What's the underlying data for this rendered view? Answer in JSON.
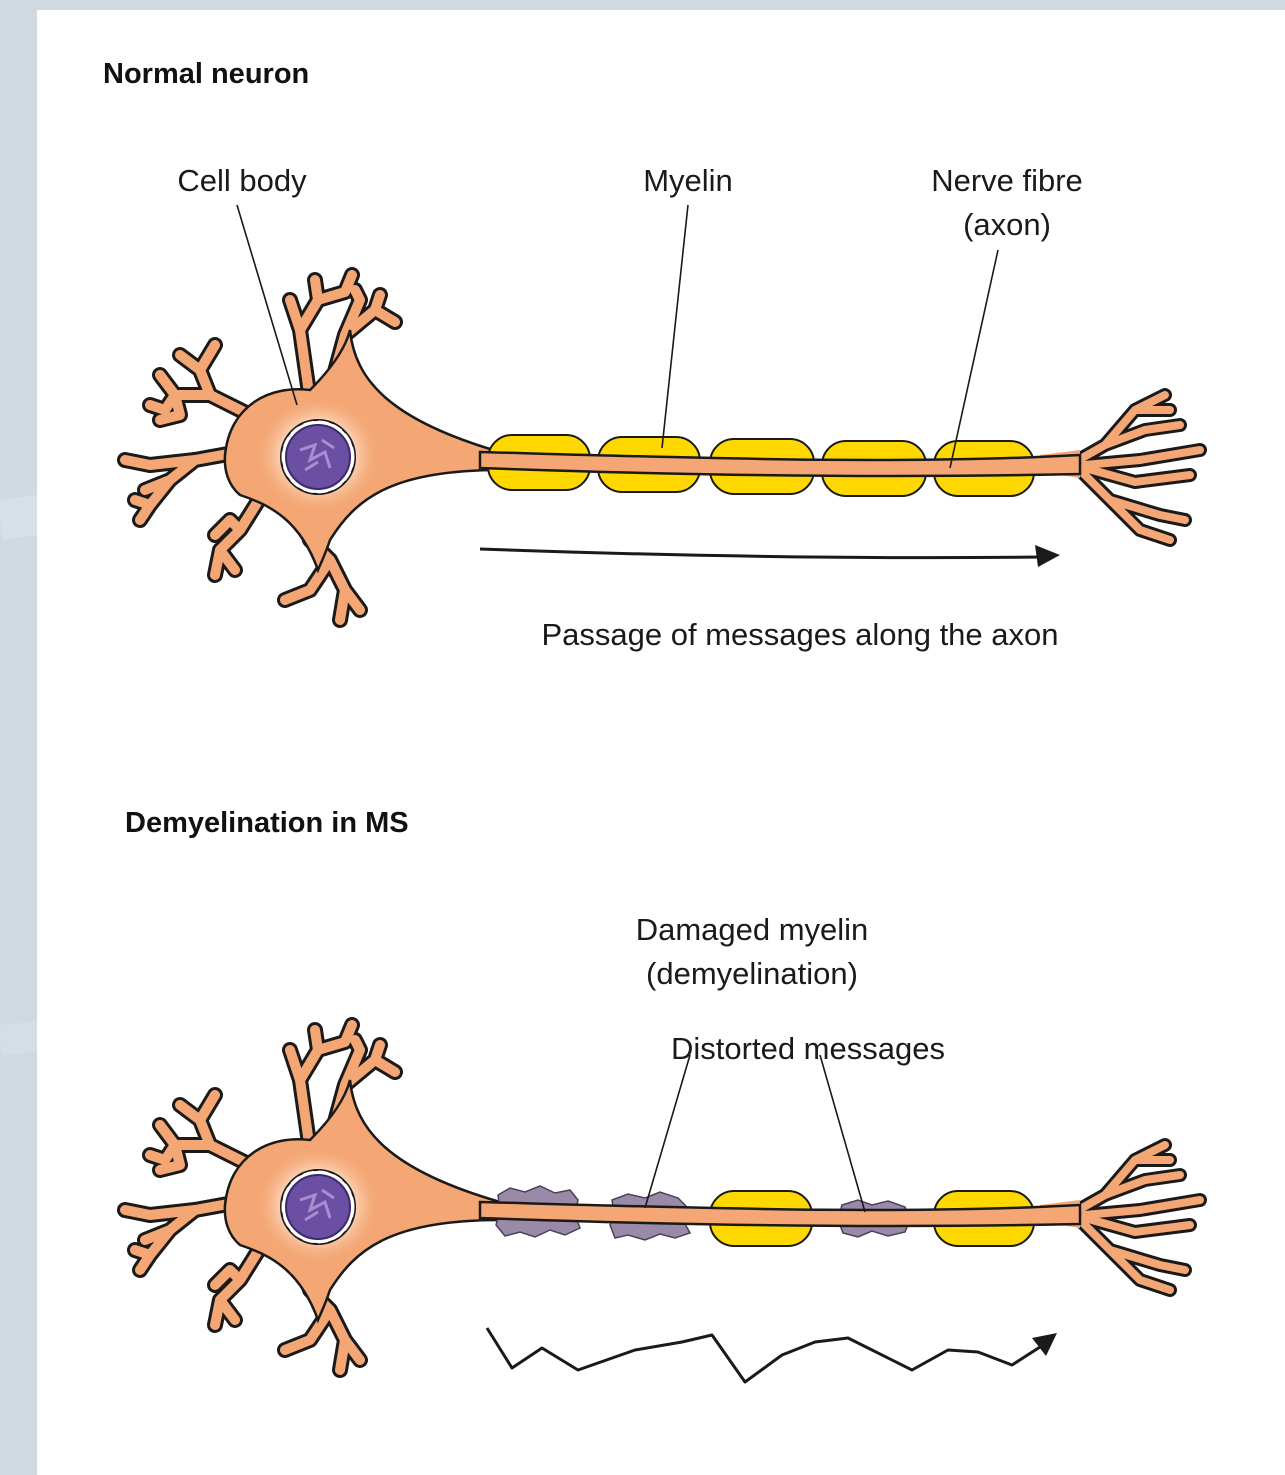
{
  "normal": {
    "heading": "Normal neuron",
    "labels": {
      "cell_body": "Cell body",
      "myelin": "Myelin",
      "nerve_fibre_line1": "Nerve fibre",
      "nerve_fibre_line2": "(axon)",
      "passage": "Passage of messages along the axon"
    }
  },
  "ms": {
    "heading": "Demyelination in MS",
    "labels": {
      "damaged_line1": "Damaged myelin",
      "damaged_line2": "(demyelination)",
      "distorted": "Distorted messages"
    }
  },
  "colors": {
    "neuron_fill": "#f4a774",
    "neuron_outline": "#1a1a1a",
    "myelin": "#ffd800",
    "damaged_myelin": "#9a8aa8",
    "nucleus": "#6a4fa3",
    "background": "#cfd9e1"
  }
}
